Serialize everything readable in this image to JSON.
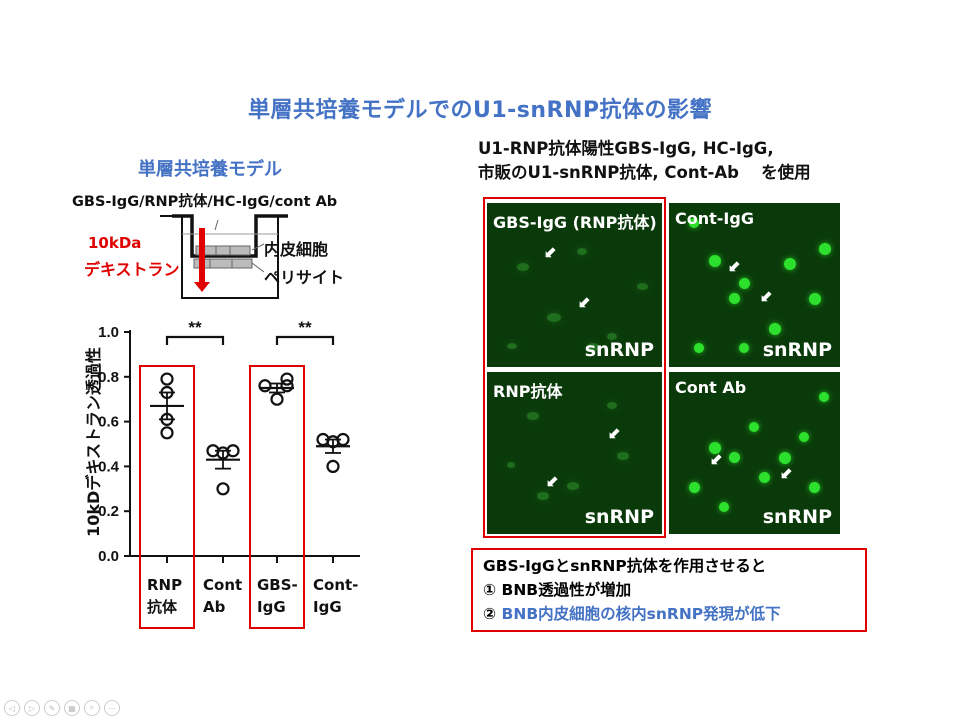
{
  "slide": {
    "title": "単層共培養モデルでのU1-snRNP抗体の影響",
    "title_color": "#4472c4"
  },
  "model_diagram": {
    "subtitle": "単層共培養モデル",
    "conditions": "GBS-IgG/RNP抗体/HC-IgG/cont Ab",
    "tracer_line1": "10kDa",
    "tracer_line2": "デキストラン",
    "layer_top": "内皮細胞",
    "layer_bottom": "ペリサイト"
  },
  "chart_data": {
    "type": "scatter",
    "title": "",
    "xlabel": "",
    "ylabel": "10kDデキストラン透過性",
    "ylim": [
      0.0,
      1.0
    ],
    "yticks": [
      "0.0",
      "0.2",
      "0.4",
      "0.6",
      "0.8",
      "1.0"
    ],
    "categories": [
      "RNP 抗体",
      "Cont Ab",
      "GBS-IgG",
      "Cont-IgG"
    ],
    "category_lines": [
      [
        "RNP",
        "抗体"
      ],
      [
        "Cont",
        "Ab"
      ],
      [
        "GBS-",
        "IgG"
      ],
      [
        "Cont-",
        "IgG"
      ]
    ],
    "highlighted": [
      "RNP 抗体",
      "GBS-IgG"
    ],
    "series": [
      {
        "name": "RNP 抗体",
        "points": [
          0.79,
          0.73,
          0.61,
          0.55
        ],
        "mean": 0.67,
        "sem": 0.06
      },
      {
        "name": "Cont Ab",
        "points": [
          0.47,
          0.46,
          0.47,
          0.3
        ],
        "mean": 0.43,
        "sem": 0.04
      },
      {
        "name": "GBS-IgG",
        "points": [
          0.76,
          0.79,
          0.76,
          0.7
        ],
        "mean": 0.75,
        "sem": 0.02
      },
      {
        "name": "Cont-IgG",
        "points": [
          0.52,
          0.51,
          0.52,
          0.4
        ],
        "mean": 0.49,
        "sem": 0.03
      }
    ],
    "significance": [
      {
        "between": [
          "RNP 抗体",
          "Cont Ab"
        ],
        "label": "**"
      },
      {
        "between": [
          "GBS-IgG",
          "Cont-IgG"
        ],
        "label": "**"
      }
    ],
    "grid": false,
    "legend": "none"
  },
  "right": {
    "header_line1": "U1-RNP抗体陽性GBS-IgG, HC-IgG,",
    "header_line2": "市販のU1-snRNP抗体, Cont-Ab　 を使用",
    "panels": [
      {
        "label": "GBS-IgG (RNP抗体)",
        "stain": "snRNP",
        "brightness": "dim"
      },
      {
        "label": "Cont-IgG",
        "stain": "snRNP",
        "brightness": "bright"
      },
      {
        "label": "RNP抗体",
        "stain": "snRNP",
        "brightness": "dim"
      },
      {
        "label": "Cont Ab",
        "stain": "snRNP",
        "brightness": "bright"
      }
    ]
  },
  "summary": {
    "line1": "GBS-IgGとsnRNP抗体を作用させると",
    "line2": "① BNB透過性が増加",
    "line3_num": "② ",
    "line3": "BNB内皮細胞の核内snRNP発現が低下"
  },
  "colors": {
    "accent_blue": "#4472c4",
    "highlight_red": "#e00000",
    "micrograph_green": "#1faa1f"
  }
}
